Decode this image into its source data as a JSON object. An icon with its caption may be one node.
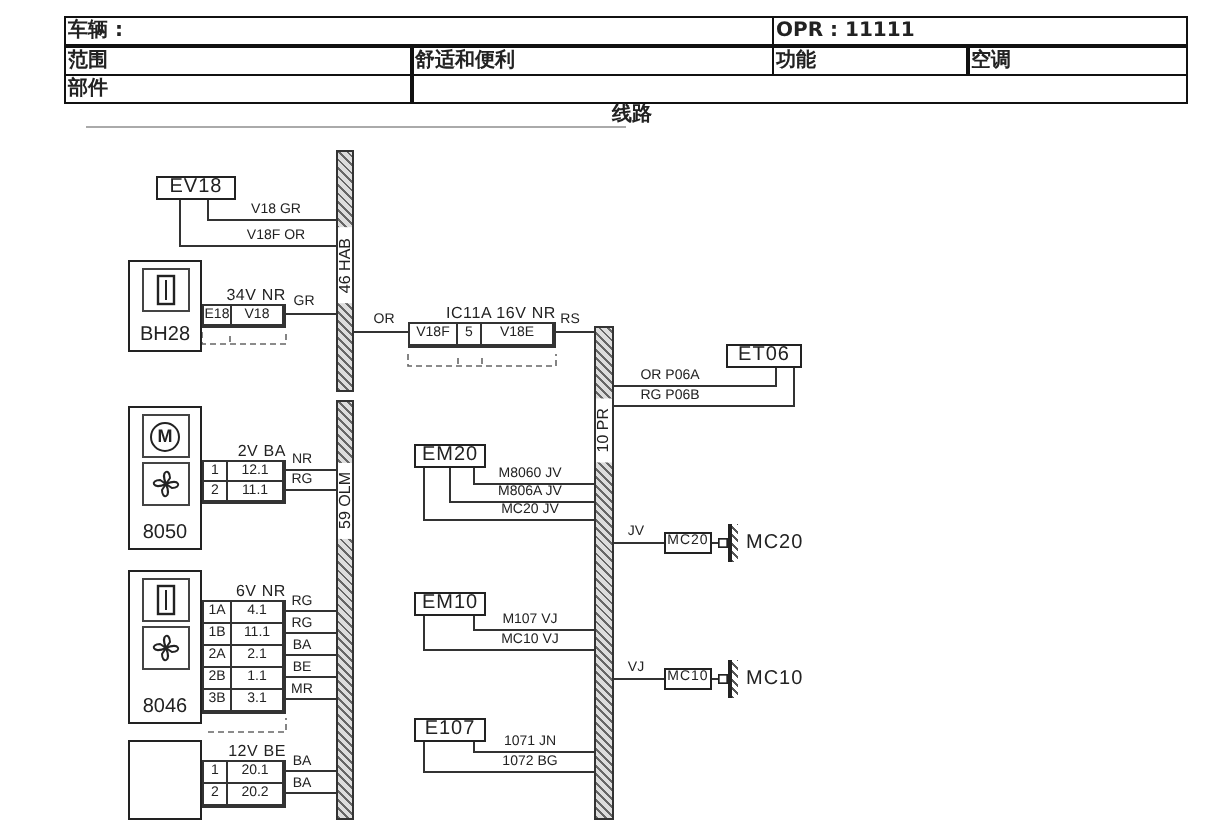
{
  "diagram": {
    "title": "线路",
    "nodes": [
      {
        "text": [
          "EV18"
        ]
      },
      {
        "text": [
          "BH28"
        ]
      },
      {
        "text": [
          "34V NR",
          "E18",
          "V18"
        ]
      },
      {
        "text": [
          "46 HAB"
        ]
      },
      {
        "text": [
          "IC11A 16V NR",
          "V18F",
          "5",
          "V18E"
        ]
      },
      {
        "text": [
          "ET06"
        ]
      },
      {
        "text": [
          "10 PR"
        ]
      },
      {
        "text": [
          "EM20"
        ]
      },
      {
        "text": [
          "MC20"
        ]
      },
      {
        "text": [],
        "shape": "bar",
        "beside": [
          "MC20"
        ]
      },
      {
        "text": [
          "M",
          "8050"
        ]
      },
      {
        "text": [
          "2V BA",
          "1",
          "12.1",
          "2",
          "11.1"
        ]
      },
      {
        "text": [
          "59 OLM"
        ]
      },
      {
        "text": [
          "EM10"
        ]
      },
      {
        "text": [
          "MC10"
        ]
      },
      {
        "text": [],
        "shape": "bar",
        "beside": [
          "MC10"
        ]
      },
      {
        "text": [
          "8046"
        ]
      },
      {
        "text": [
          "6V NR",
          "1A",
          "4.1",
          "1B",
          "11.1",
          "2A",
          "2.1",
          "2B",
          "1.1",
          "3B",
          "3.1"
        ]
      },
      {
        "text": [
          "E107"
        ]
      },
      {
        "text": [],
        "shape": "box"
      },
      {
        "text": [
          "12V BE",
          "1",
          "20.1",
          "2",
          "20.2"
        ]
      }
    ],
    "edges": [
      {
        "from": 0,
        "to": 3,
        "arrow": "none",
        "label": "V18 GR"
      },
      {
        "from": 0,
        "to": 3,
        "arrow": "none",
        "label": "V18F OR"
      },
      {
        "from": 2,
        "to": 3,
        "arrow": "none",
        "label": "GR"
      },
      {
        "from": 3,
        "to": 4,
        "arrow": "none",
        "label": "OR"
      },
      {
        "from": 4,
        "to": 6,
        "arrow": "none",
        "label": "RS"
      },
      {
        "from": 5,
        "to": 6,
        "arrow": "none",
        "label": "OR P06A"
      },
      {
        "from": 5,
        "to": 6,
        "arrow": "none",
        "label": "RG P06B"
      },
      {
        "from": 7,
        "to": 6,
        "arrow": "none",
        "label": "M8060 JV"
      },
      {
        "from": 7,
        "to": 6,
        "arrow": "none",
        "label": "M806A JV"
      },
      {
        "from": 7,
        "to": 6,
        "arrow": "none",
        "label": "MC20 JV"
      },
      {
        "from": 6,
        "to": 8,
        "arrow": "none",
        "label": "JV"
      },
      {
        "from": 8,
        "to": 9,
        "arrow": "other"
      },
      {
        "from": 11,
        "to": 12,
        "arrow": "none",
        "label": "NR"
      },
      {
        "from": 11,
        "to": 12,
        "arrow": "none",
        "label": "RG"
      },
      {
        "from": 13,
        "to": 6,
        "arrow": "none",
        "label": "M107 VJ"
      },
      {
        "from": 13,
        "to": 6,
        "arrow": "none",
        "label": "MC10 VJ"
      },
      {
        "from": 6,
        "to": 14,
        "arrow": "none",
        "label": "VJ"
      },
      {
        "from": 14,
        "to": 15,
        "arrow": "other"
      },
      {
        "from": 17,
        "to": 12,
        "arrow": "none",
        "label": "RG"
      },
      {
        "from": 17,
        "to": 12,
        "arrow": "none",
        "label": "RG"
      },
      {
        "from": 17,
        "to": 12,
        "arrow": "none",
        "label": "BA"
      },
      {
        "from": 17,
        "to": 12,
        "arrow": "none",
        "label": "BE"
      },
      {
        "from": 17,
        "to": 12,
        "arrow": "none",
        "label": "MR"
      },
      {
        "from": 20,
        "to": 12,
        "arrow": "none",
        "label": "BA"
      },
      {
        "from": 20,
        "to": 12,
        "arrow": "none",
        "label": "BA"
      },
      {
        "from": 18,
        "to": 6,
        "arrow": "none",
        "label": "1071 JN"
      },
      {
        "from": 18,
        "to": 6,
        "arrow": "none",
        "label": "1072 BG"
      }
    ],
    "labels": [
      "车辆 :",
      "OPR : 11111",
      "范围",
      "舒适和便利",
      "功能",
      "空调",
      "部件"
    ]
  }
}
